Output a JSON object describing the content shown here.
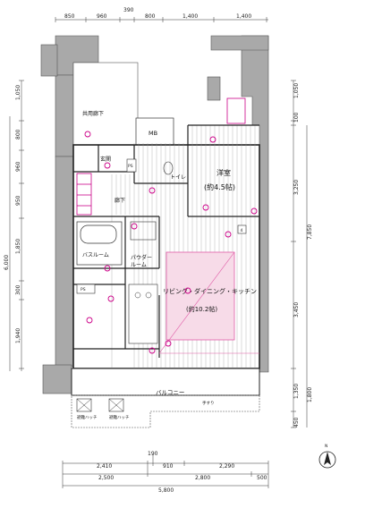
{
  "dims_top": {
    "d1": "850",
    "d2": "960",
    "d3": "390",
    "d4": "800",
    "d5": "1,400",
    "d6": "1,400"
  },
  "dims_left": {
    "d1": "1,050",
    "d2": "800",
    "d3": "960",
    "d4": "950",
    "d5": "1,850",
    "d6": "300",
    "d7": "1,940",
    "total": "6,000"
  },
  "dims_right": {
    "d1": "1,050",
    "d2": "100",
    "d3": "3,250",
    "d4": "3,450",
    "d5": "1,350",
    "d6": "450",
    "total_a": "7,850",
    "total_b": "1,800"
  },
  "dims_bottom": {
    "d1": "190",
    "d2": "2,410",
    "d3": "910",
    "d4": "2,290",
    "d5": "2,500",
    "d6": "2,800",
    "d7": "500",
    "total": "5,800"
  },
  "rooms": {
    "common_corridor": "共用廊下",
    "mb": "MB",
    "entrance": "玄関",
    "hallway": "廊下",
    "toilet": "トイレ",
    "western_room": "洋室",
    "western_room_size": "(約4.5帖)",
    "bathroom": "バスルーム",
    "powder_room_a": "パウダー",
    "powder_room_b": "ルーム",
    "ldk": "リビング・ダイニング・キッチン",
    "ldk_size": "(約10.2帖)",
    "balcony": "バルコニー",
    "ps1": "PS",
    "ps2": "PS",
    "num4": "4",
    "rail": "手すり",
    "hatch1": "避難ハッチ",
    "hatch2": "避難ハッチ"
  },
  "compass": "N"
}
